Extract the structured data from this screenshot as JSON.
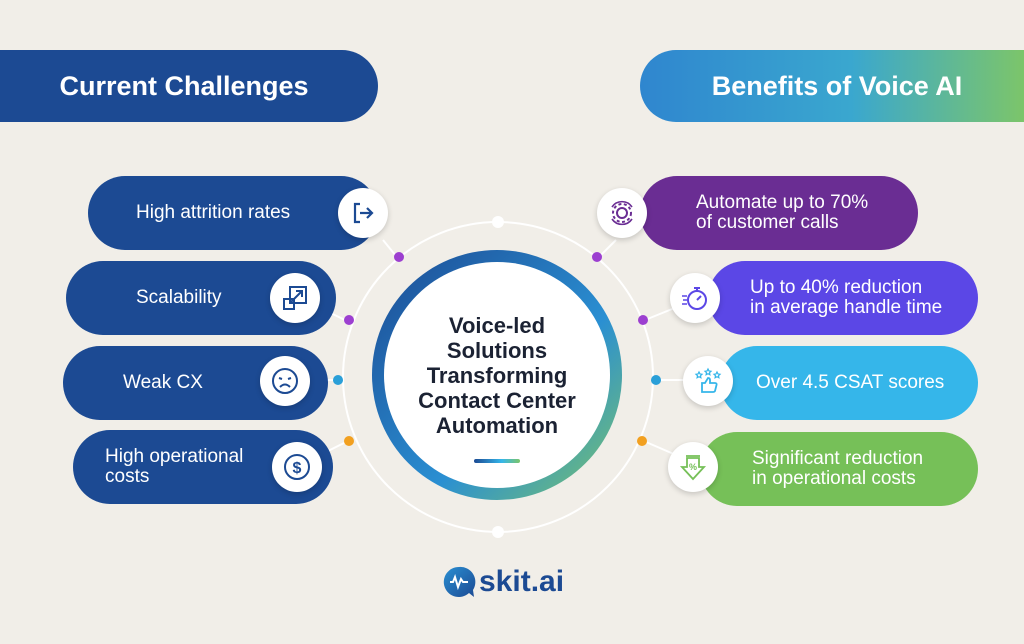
{
  "left_header": "Current Challenges",
  "right_header": "Benefits of Voice AI",
  "challenges": [
    {
      "label": "High attrition rates",
      "icon": "exit-icon"
    },
    {
      "label": "Scalability",
      "icon": "resize-icon"
    },
    {
      "label": "Weak CX",
      "icon": "sad-face-icon"
    },
    {
      "label": "High operational\ncosts",
      "icon": "dollar-coin-icon"
    }
  ],
  "benefits": [
    {
      "label": "Automate up to 70%\nof customer calls",
      "icon": "gear-cycle-icon",
      "color": "#6a2d93"
    },
    {
      "label": "Up to 40% reduction\nin average handle time",
      "icon": "stopwatch-icon",
      "color": "#5b47e6"
    },
    {
      "label": "Over 4.5 CSAT scores",
      "icon": "thumbs-up-stars-icon",
      "color": "#35b6ea"
    },
    {
      "label": "Significant reduction\nin operational costs",
      "icon": "cost-down-icon",
      "color": "#76c058"
    }
  ],
  "center": "Voice-led\nSolutions\nTransforming\nContact Center\nAutomation",
  "logo": "skit.ai",
  "colors": {
    "navy": "#1c4a93",
    "purple": "#6a2d93",
    "violet": "#5b47e6",
    "cyan": "#35b6ea",
    "green": "#76c058",
    "dot_purple": "#9c3fd0",
    "dot_blue": "#2a9fd8",
    "dot_orange": "#f2a020"
  }
}
